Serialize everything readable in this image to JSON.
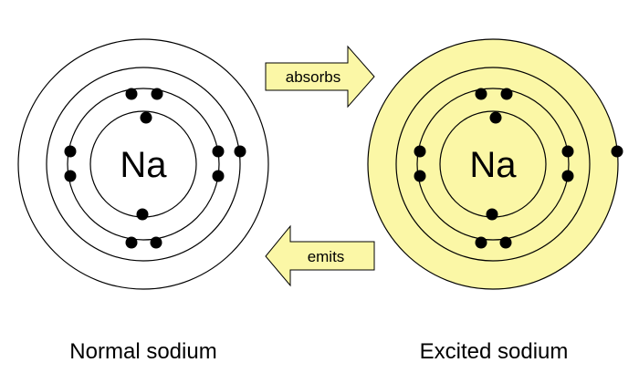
{
  "colors": {
    "shell_stroke": "#000000",
    "excited_fill": "#fbf7a6",
    "arrow_fill": "#fbf7a6",
    "electron": "#000000"
  },
  "atoms": {
    "normal": {
      "symbol": "Na",
      "caption": "Normal sodium"
    },
    "excited": {
      "symbol": "Na",
      "caption": "Excited sodium"
    }
  },
  "arrows": {
    "absorb": {
      "label": "absorbs",
      "direction": "right"
    },
    "emit": {
      "label": "emits",
      "direction": "left"
    }
  }
}
